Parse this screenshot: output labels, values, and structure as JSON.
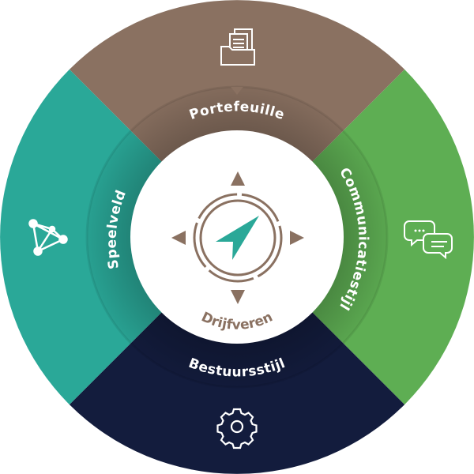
{
  "segments": [
    {
      "label": "Portefeuille",
      "icon": "folder-documents-icon",
      "color": "#8a7161"
    },
    {
      "label": "Communicatiestijl",
      "icon": "chat-bubbles-icon",
      "color": "#5eae53"
    },
    {
      "label": "Bestuursstijl",
      "icon": "gear-icon",
      "color": "#131c3d"
    },
    {
      "label": "Speelveld",
      "icon": "network-icon",
      "color": "#2aa898"
    }
  ],
  "center": {
    "label": "Drijfveren",
    "icon": "compass-icon",
    "accent": "#2aa898",
    "color": "#8a7161"
  }
}
